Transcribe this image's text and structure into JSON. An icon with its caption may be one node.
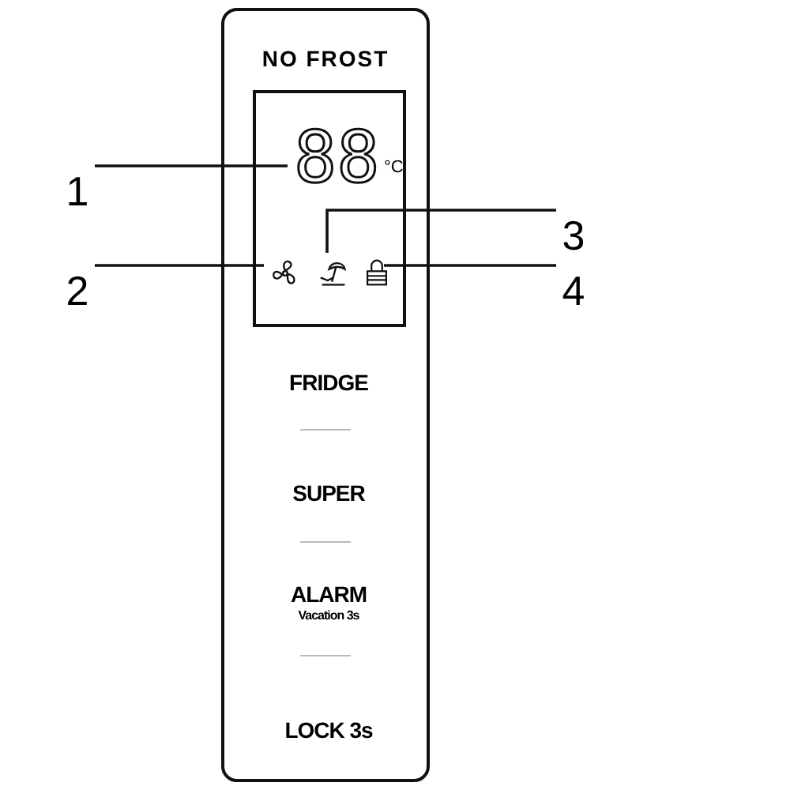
{
  "diagram": {
    "nodes": [
      {
        "text": [
          "NO FROST"
        ]
      },
      {
        "text": [],
        "shape": "box",
        "in": 0
      },
      {
        "text": [
          "88"
        ],
        "beside": [
          "°C"
        ],
        "in": 1
      },
      {
        "text": [],
        "shape": "icon",
        "in": 1
      },
      {
        "text": [],
        "shape": "icon",
        "in": 1
      },
      {
        "text": [],
        "shape": "icon",
        "in": 1
      },
      {
        "text": [
          "1"
        ]
      },
      {
        "text": [
          "2"
        ]
      },
      {
        "text": [
          "3"
        ]
      },
      {
        "text": [
          "4"
        ]
      },
      {
        "text": [
          "FRIDGE"
        ],
        "in": 0
      },
      {
        "text": [
          "SUPER"
        ],
        "in": 0
      },
      {
        "text": [
          "ALARM",
          "Vacation 3s"
        ],
        "in": 0
      },
      {
        "text": [
          "LOCK 3s"
        ],
        "in": 0
      }
    ],
    "edges": [
      {
        "from": 6,
        "to": 2,
        "arrow": "none"
      },
      {
        "from": 7,
        "to": 3,
        "arrow": "none"
      },
      {
        "from": 8,
        "to": 4,
        "arrow": "none"
      },
      {
        "from": 9,
        "to": 5,
        "arrow": "none"
      }
    ]
  }
}
